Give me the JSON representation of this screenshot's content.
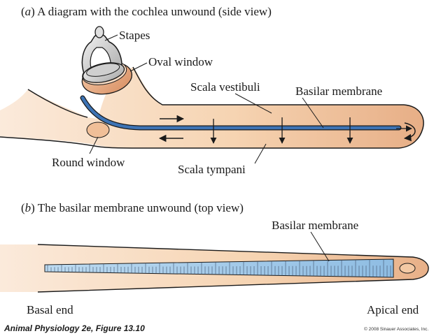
{
  "panel_a": {
    "letter": "a",
    "title": "A diagram with the cochlea unwound (side view)",
    "labels": {
      "stapes": "Stapes",
      "oval_window": "Oval window",
      "scala_vestibuli": "Scala vestibuli",
      "basilar_membrane": "Basilar membrane",
      "round_window": "Round window",
      "scala_tympani": "Scala tympani"
    }
  },
  "panel_b": {
    "letter": "b",
    "title": "The basilar membrane unwound (top view)",
    "labels": {
      "basilar_membrane": "Basilar membrane",
      "basal_end": "Basal end",
      "apical_end": "Apical end"
    }
  },
  "footer": {
    "credit": "Animal Physiology 2e, Figure 13.10",
    "copyright": "© 2008 Sinauer Associates, Inc."
  },
  "colors": {
    "tissue": "#f6d7b8",
    "tissue_dark": "#e3a982",
    "membrane": "#3d73b4",
    "membrane_fill": "#a9cdea",
    "outline": "#1a1a1a"
  }
}
